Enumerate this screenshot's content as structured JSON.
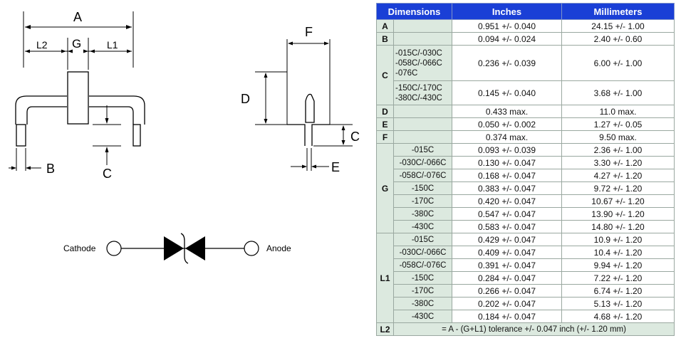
{
  "drawing": {
    "labels": {
      "A": "A",
      "L2": "L2",
      "G": "G",
      "L1": "L1",
      "B": "B",
      "C": "C",
      "F": "F",
      "D": "D",
      "C2": "C",
      "E": "E"
    },
    "symbol": {
      "cathode": "Cathode",
      "anode": "Anode"
    }
  },
  "table": {
    "headers": [
      "Dimensions",
      "Inches",
      "Millimeters"
    ],
    "rows": [
      {
        "dim": "A",
        "sub": "",
        "in": "0.951 +/- 0.040",
        "mm": "24.15 +/- 1.00"
      },
      {
        "dim": "B",
        "sub": "",
        "in": "0.094 +/- 0.024",
        "mm": "2.40 +/- 0.60"
      },
      {
        "dim": "C",
        "sub": "-015C/-030C\n-058C/-066C\n-076C",
        "in": "0.236 +/- 0.039",
        "mm": "6.00 +/- 1.00"
      },
      {
        "dim": "",
        "sub": "-150C/-170C\n-380C/-430C",
        "in": "0.145 +/- 0.040",
        "mm": "3.68 +/- 1.00"
      },
      {
        "dim": "D",
        "sub": "",
        "in": "0.433 max.",
        "mm": "11.0 max."
      },
      {
        "dim": "E",
        "sub": "",
        "in": "0.050 +/- 0.002",
        "mm": "1.27 +/- 0.05"
      },
      {
        "dim": "F",
        "sub": "",
        "in": "0.374 max.",
        "mm": "9.50 max."
      },
      {
        "dim": "G",
        "sub": "-015C",
        "in": "0.093 +/- 0.039",
        "mm": "2.36 +/- 1.00"
      },
      {
        "dim": "",
        "sub": "-030C/-066C",
        "in": "0.130 +/- 0.047",
        "mm": "3.30 +/- 1.20"
      },
      {
        "dim": "",
        "sub": "-058C/-076C",
        "in": "0.168 +/- 0.047",
        "mm": "4.27 +/- 1.20"
      },
      {
        "dim": "",
        "sub": "-150C",
        "in": "0.383 +/- 0.047",
        "mm": "9.72 +/- 1.20"
      },
      {
        "dim": "",
        "sub": "-170C",
        "in": "0.420 +/- 0.047",
        "mm": "10.67 +/- 1.20"
      },
      {
        "dim": "",
        "sub": "-380C",
        "in": "0.547 +/- 0.047",
        "mm": "13.90 +/- 1.20"
      },
      {
        "dim": "",
        "sub": "-430C",
        "in": "0.583 +/- 0.047",
        "mm": "14.80 +/- 1.20"
      },
      {
        "dim": "L1",
        "sub": "-015C",
        "in": "0.429 +/- 0.047",
        "mm": "10.9 +/- 1.20"
      },
      {
        "dim": "",
        "sub": "-030C/-066C",
        "in": "0.409 +/- 0.047",
        "mm": "10.4 +/- 1.20"
      },
      {
        "dim": "",
        "sub": "-058C/-076C",
        "in": "0.391 +/- 0.047",
        "mm": "9.94 +/- 1.20"
      },
      {
        "dim": "",
        "sub": "-150C",
        "in": "0.284 +/- 0.047",
        "mm": "7.22 +/- 1.20"
      },
      {
        "dim": "",
        "sub": "-170C",
        "in": "0.266 +/- 0.047",
        "mm": "6.74 +/- 1.20"
      },
      {
        "dim": "",
        "sub": "-380C",
        "in": "0.202 +/- 0.047",
        "mm": "5.13 +/- 1.20"
      },
      {
        "dim": "",
        "sub": "-430C",
        "in": "0.184 +/- 0.047",
        "mm": "4.68 +/- 1.20"
      }
    ],
    "l2": {
      "dim": "L2",
      "note": "= A - (G+L1) tolerance +/- 0.047 inch (+/- 1.20 mm)"
    }
  },
  "colors": {
    "header_bg": "#1a3fd6",
    "label_bg": "#dce9df"
  }
}
